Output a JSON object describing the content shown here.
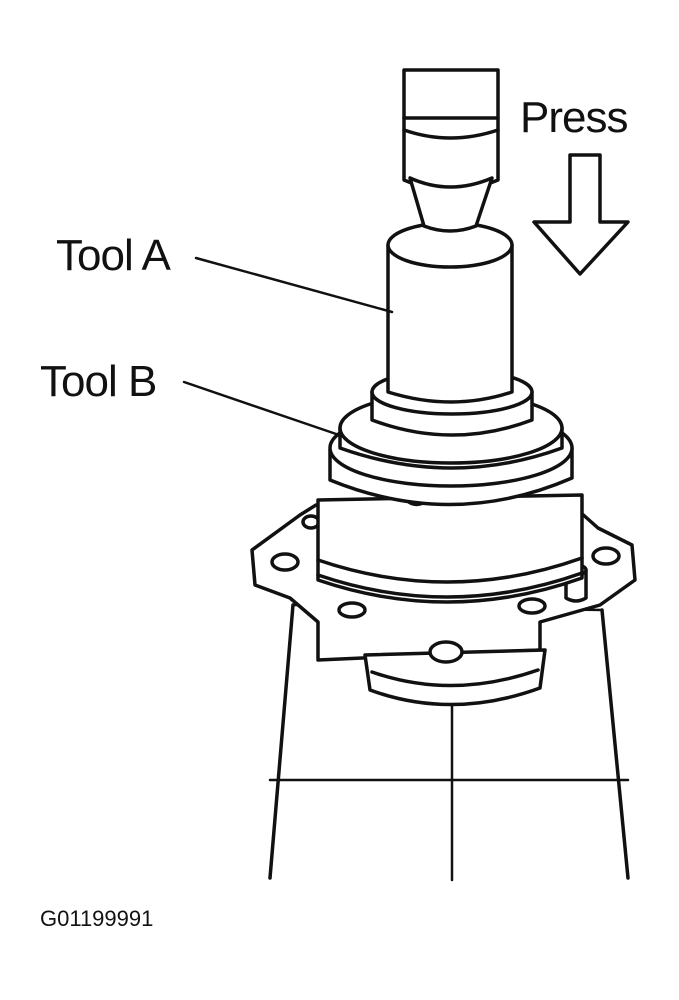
{
  "labels": {
    "press": "Press",
    "tool_a": "Tool A",
    "tool_b": "Tool B",
    "figure_code": "G01199991"
  },
  "colors": {
    "ink": "#111111",
    "background": "#ffffff"
  },
  "icons": {
    "press_direction": "arrow-down-icon"
  }
}
